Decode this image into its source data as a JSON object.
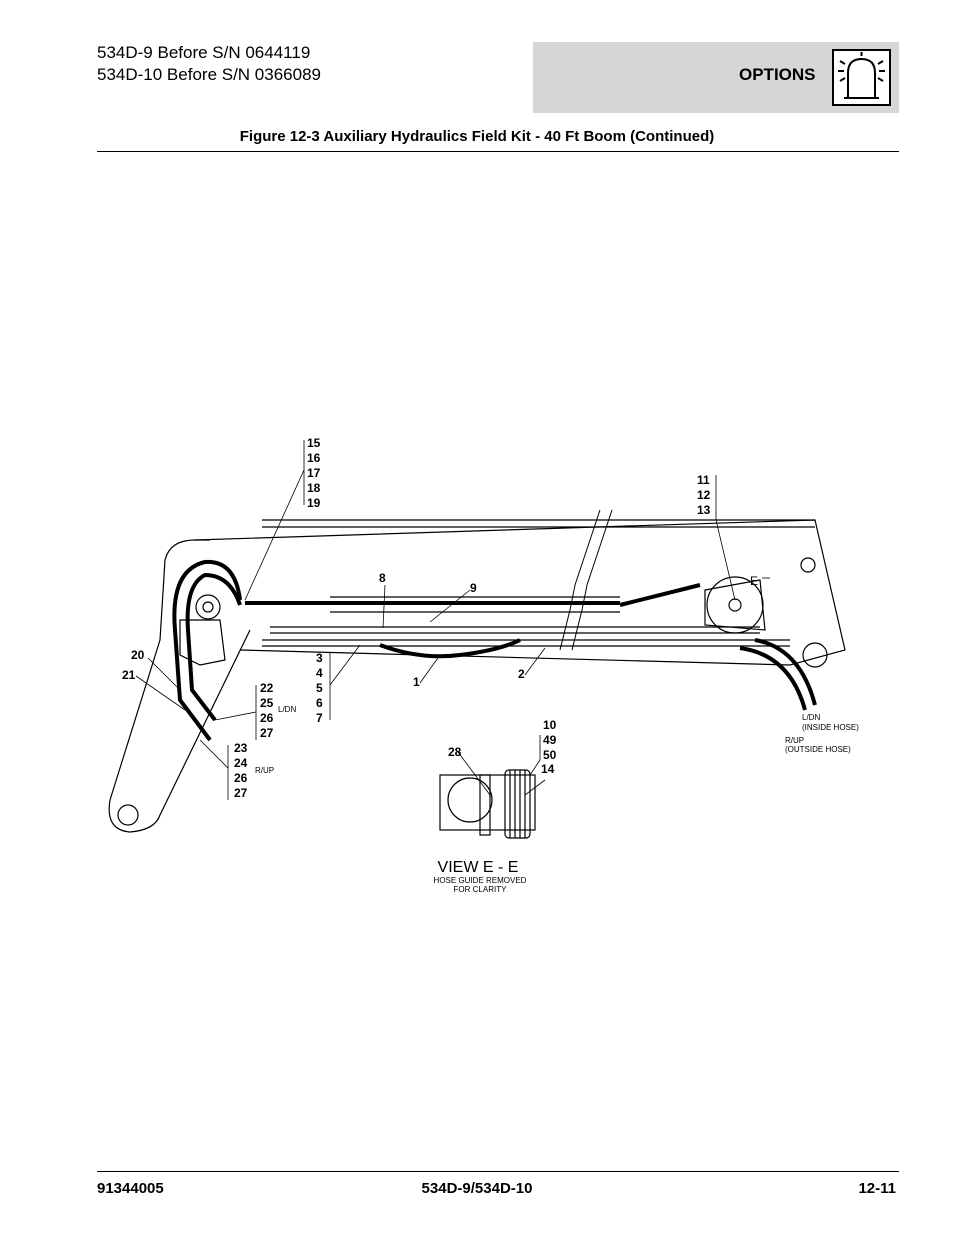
{
  "header": {
    "model_line_1": "534D-9 Before S/N 0644119",
    "model_line_2": "534D-10 Before S/N 0366089",
    "section": "OPTIONS",
    "section_icon": "beacon-light-icon"
  },
  "figure": {
    "title": "Figure 12-3 Auxiliary Hydraulics Field Kit - 40 Ft Boom (Continued)",
    "callouts": {
      "group_top_left": [
        "15",
        "16",
        "17",
        "18",
        "19"
      ],
      "group_top_right": [
        "11",
        "12",
        "13"
      ],
      "item_8": "8",
      "item_9": "9",
      "group_3_7": [
        "3",
        "4",
        "5",
        "6",
        "7"
      ],
      "item_1": "1",
      "item_2": "2",
      "item_20": "20",
      "item_21": "21",
      "group_22": [
        "22",
        "25",
        "26",
        "27"
      ],
      "group_23": [
        "23",
        "24",
        "26",
        "27"
      ],
      "group_10": [
        "10",
        "49",
        "50"
      ],
      "item_14": "14",
      "item_28": "28",
      "section_marker": "E"
    },
    "labels": {
      "ldn": "L/DN",
      "rup": "R/UP",
      "ldn_inside": "L/DN",
      "inside_hose": "(INSIDE HOSE)",
      "rup_outside": "R/UP",
      "outside_hose": "(OUTSIDE HOSE)",
      "view_title": "VIEW E - E",
      "view_note_1": "HOSE GUIDE REMOVED",
      "view_note_2": "FOR CLARITY"
    }
  },
  "footer": {
    "part_number": "91344005",
    "model": "534D-9/534D-10",
    "page": "12-11"
  }
}
